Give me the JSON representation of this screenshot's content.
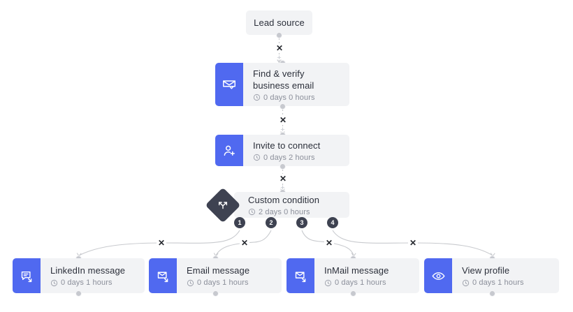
{
  "canvas": {
    "background": "#ffffff",
    "accent_blue": "#5069f0",
    "card_bg": "#f2f3f5",
    "dark_slate": "#3e4251",
    "edge_color": "#c8cace",
    "port_color": "#c7c9cf",
    "title_color": "#2b2f3a",
    "meta_color": "#8b8f9a"
  },
  "nodes": {
    "lead_source": {
      "label": "Lead source",
      "type": "start"
    },
    "find_verify_email": {
      "label": "Find & verify\nbusiness email",
      "duration": "0 days 0 hours",
      "icon": "envelope-check-icon"
    },
    "invite_to_connect": {
      "label": "Invite to connect",
      "duration": "0 days 2 hours",
      "icon": "person-plus-icon"
    },
    "custom_condition": {
      "label": "Custom condition",
      "duration": "2 days 0 hours",
      "icon": "branch-split-icon"
    },
    "linkedin_message": {
      "label": "LinkedIn message",
      "duration": "0 days 1 hours",
      "icon": "chat-bubble-arrow-icon"
    },
    "email_message": {
      "label": "Email message",
      "duration": "0 days 1 hours",
      "icon": "envelope-arrow-icon"
    },
    "inmail_message": {
      "label": "InMail message",
      "duration": "0 days 1 hours",
      "icon": "envelope-arrow-icon"
    },
    "view_profile": {
      "label": "View profile",
      "duration": "0 days 1 hours",
      "icon": "eye-icon"
    }
  },
  "branch_badges": [
    {
      "number": "1"
    },
    {
      "number": "2"
    },
    {
      "number": "3"
    },
    {
      "number": "4"
    }
  ],
  "edge_controls": {
    "delete_glyph": "✕",
    "add_glyph": "+"
  }
}
